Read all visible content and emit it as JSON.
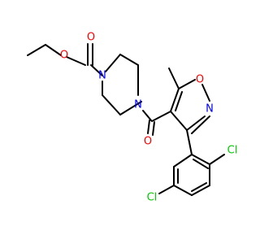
{
  "atoms": {
    "o_carbonyl_ester": "O",
    "o_ester": "O",
    "n_pip_1": "N",
    "n_pip_4": "N",
    "o_amide": "O",
    "o_isoxazole": "O",
    "n_isoxazole": "N",
    "cl_left": "Cl",
    "cl_right": "Cl"
  },
  "colors": {
    "bond": "#000000",
    "oxygen": "#ff0000",
    "nitrogen": "#0000ff",
    "chlorine": "#00cc00",
    "background": "#ffffff"
  }
}
